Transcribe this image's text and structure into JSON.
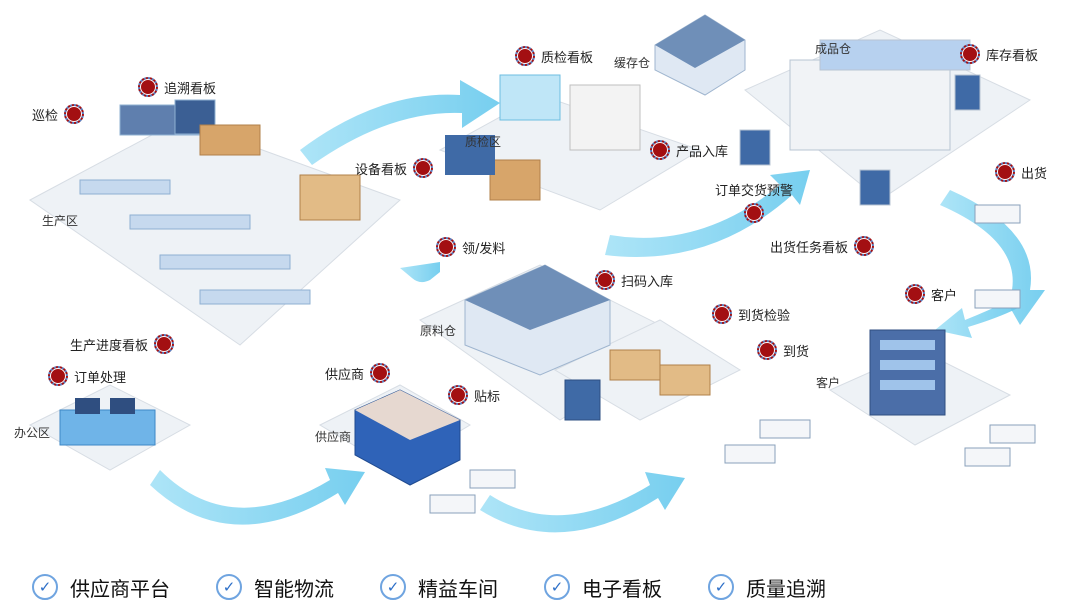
{
  "zones": {
    "production": "生产区",
    "inspection": "质检区",
    "staging": "缓存仓",
    "finished_warehouse": "成品仓",
    "raw_warehouse": "原料仓",
    "supplier_building": "供应商",
    "customer": "客户",
    "office": "办公区"
  },
  "markers": {
    "patrol": "巡检",
    "trace_board": "追溯看板",
    "equipment_board": "设备看板",
    "progress_board": "生产进度看板",
    "qc_board": "质检看板",
    "product_in": "产品入库",
    "order_delivery_warning": "订单交货预警",
    "stock_board": "库存看板",
    "ship": "出货",
    "ship_task_board": "出货任务看板",
    "customer": "客户",
    "material_issue": "领/发料",
    "scan_in": "扫码入库",
    "arrival_check": "到货检验",
    "arrival": "到货",
    "supplier": "供应商",
    "label": "贴标",
    "order_processing": "订单处理"
  },
  "features": [
    "供应商平台",
    "智能物流",
    "精益车间",
    "电子看板",
    "质量追溯"
  ],
  "colors": {
    "flow": "#7fd3f0",
    "marker": "#a30f12",
    "check": "#2d6fc8"
  }
}
